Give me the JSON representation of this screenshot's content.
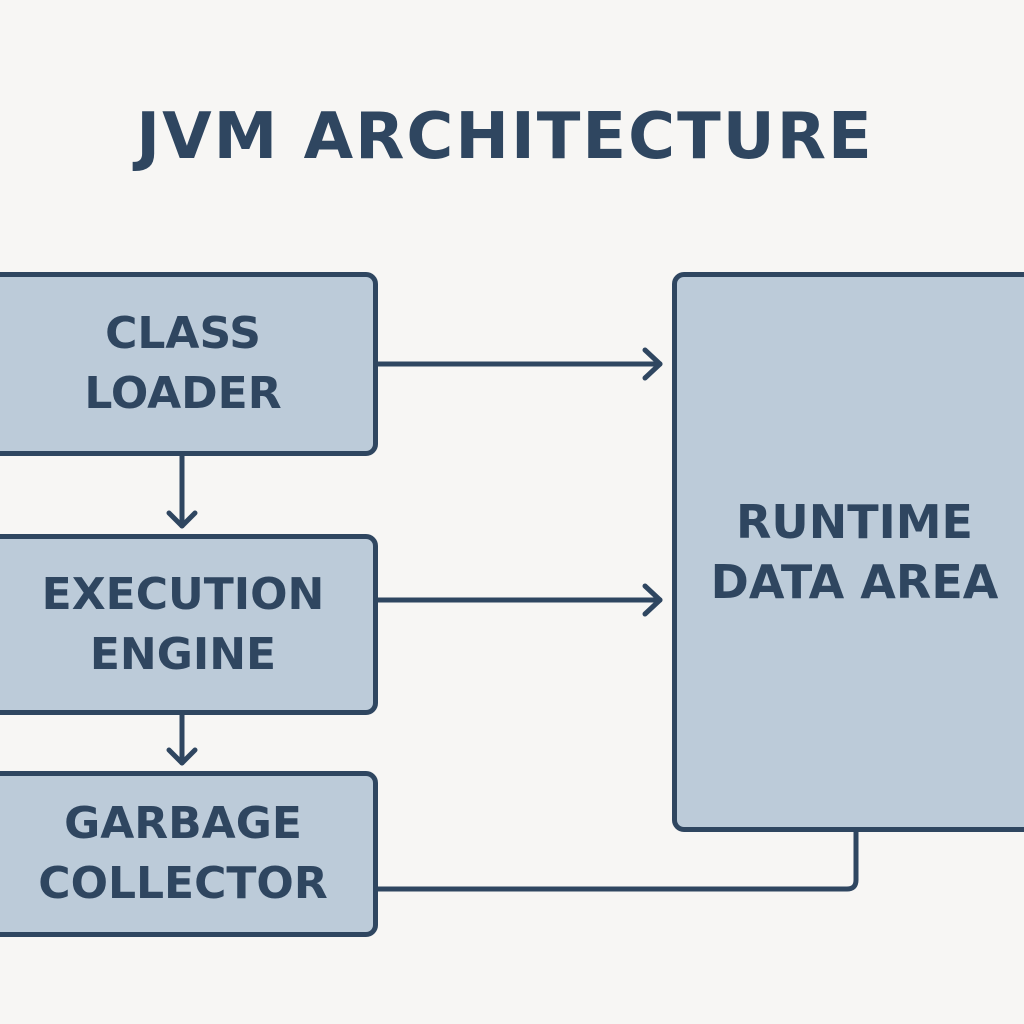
{
  "title": "JVM ARCHITECTURE",
  "colors": {
    "background": "#f7f6f4",
    "box_fill": "#bccbd9",
    "stroke": "#2f4660",
    "text": "#2f4660"
  },
  "nodes": {
    "class_loader": {
      "lines": [
        "CLASS",
        "LOADER"
      ]
    },
    "execution_engine": {
      "lines": [
        "EXECUTION",
        "ENGINE"
      ]
    },
    "garbage_collector": {
      "lines": [
        "GARBAGE",
        "COLLECTOR"
      ]
    },
    "runtime_data_area": {
      "lines": [
        "RUNTIME",
        "DATA AREA"
      ]
    }
  },
  "edges": [
    {
      "from": "class_loader",
      "to": "runtime_data_area",
      "arrow": true
    },
    {
      "from": "class_loader",
      "to": "execution_engine",
      "arrow": true
    },
    {
      "from": "execution_engine",
      "to": "runtime_data_area",
      "arrow": true
    },
    {
      "from": "execution_engine",
      "to": "garbage_collector",
      "arrow": true
    },
    {
      "from": "runtime_data_area",
      "to": "garbage_collector",
      "arrow": false
    }
  ]
}
